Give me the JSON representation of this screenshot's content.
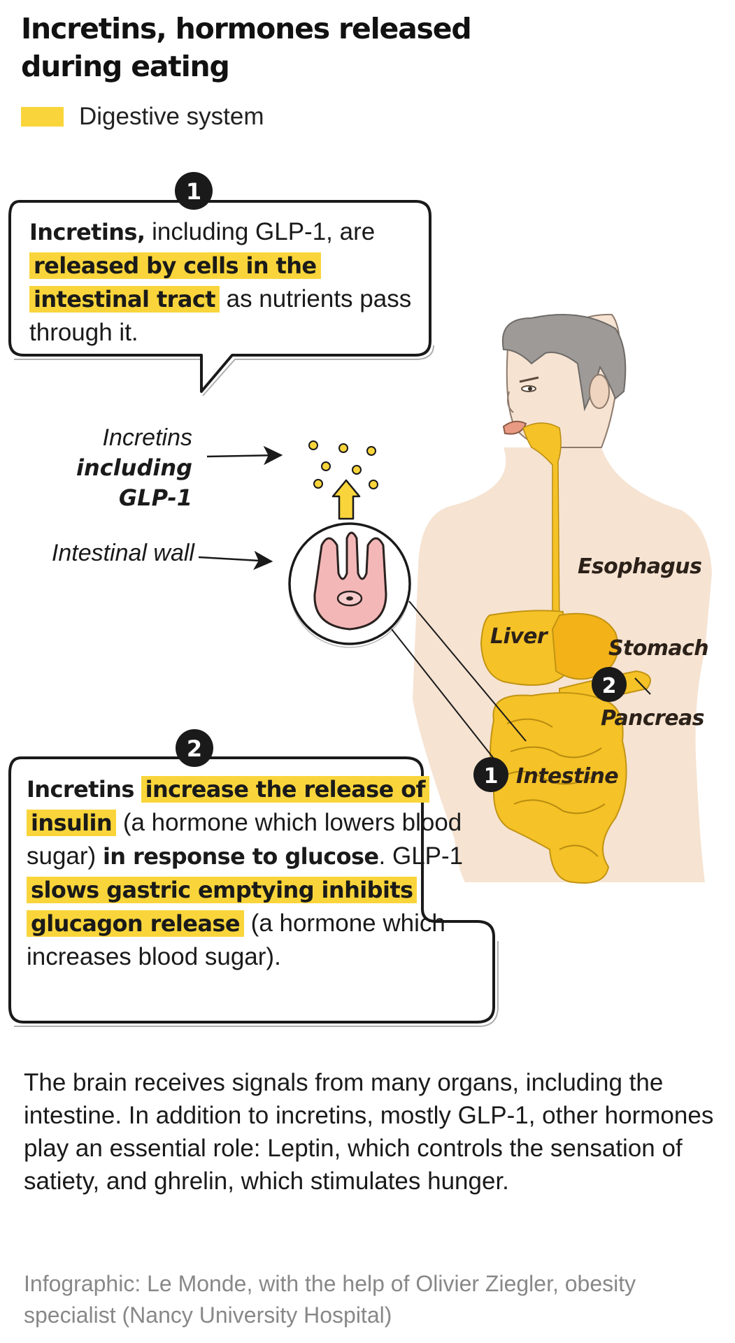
{
  "title": "Incretins, hormones released during eating",
  "legend": {
    "label": "Digestive system",
    "color": "#f9d53b"
  },
  "box1": {
    "number": "1",
    "segments": [
      {
        "text": "Incretins,",
        "bold": true
      },
      {
        "text": " including GLP-1, are "
      },
      {
        "text": "released by cells in the intestinal tract",
        "bold": true,
        "highlight": true
      },
      {
        "text": " as nutrients pass through it."
      }
    ]
  },
  "box2": {
    "number": "2",
    "segments": [
      {
        "text": "Incretins",
        "bold": true
      },
      {
        "text": " "
      },
      {
        "text": "increase the release of insulin",
        "bold": true,
        "highlight": true
      },
      {
        "text": " (a hormone which lowers blood sugar) "
      },
      {
        "text": "in response to glucose",
        "bold": true
      },
      {
        "text": ". GLP-1 "
      },
      {
        "text": "slows gastric emptying inhibits glucagon release",
        "bold": true,
        "highlight": true
      },
      {
        "text": " (a hormone which increases blood sugar)."
      }
    ]
  },
  "diagram": {
    "incretins_label_line1": "Incretins",
    "incretins_label_bold": "including GLP-1",
    "intestinal_wall_label": "Intestinal wall",
    "organs": {
      "esophagus": "Esophagus",
      "liver": "Liver",
      "stomach": "Stomach",
      "pancreas": "Pancreas",
      "intestine": "Intestine"
    },
    "marker_intestine": "1",
    "marker_pancreas": "2",
    "organ_color": "#f5c227",
    "skin_color": "#f6e3d2"
  },
  "paragraph": "The brain receives signals from many organs, including the intestine. In addition to incretins, mostly GLP-1, other hormones play an essential role: Leptin, which controls the sensation of satiety, and ghrelin, which stimulates hunger.",
  "credit": "Infographic: Le Monde, with the help of Olivier Ziegler, obesity specialist (Nancy University Hospital)"
}
